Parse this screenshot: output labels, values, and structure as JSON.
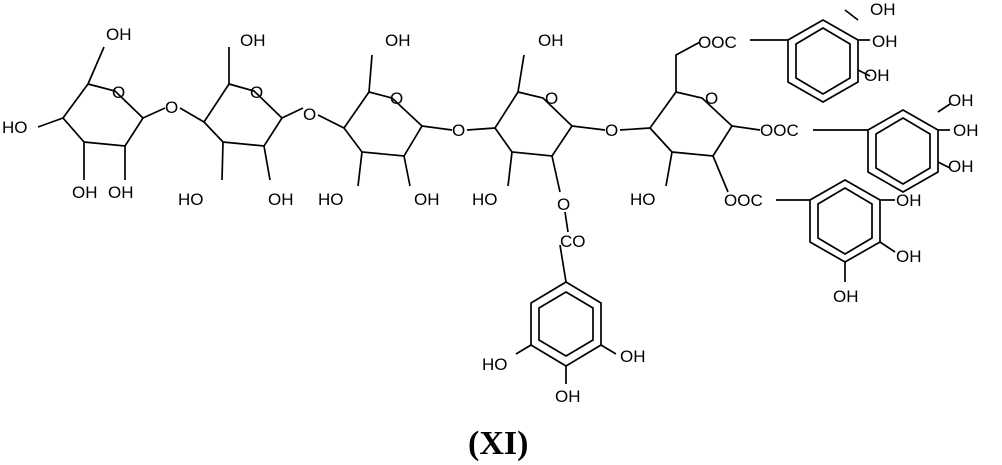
{
  "figure": {
    "caption": {
      "open_paren": "(",
      "numeral": "XI",
      "close_paren": ")"
    },
    "labels": {
      "sugar1": {
        "ch2oh": "OH",
        "ring_o": "O",
        "oh_left": "HO",
        "oh_bottom1": "OH",
        "oh_bottom2": "OH"
      },
      "link12": "O",
      "sugar2": {
        "ch2oh": "OH",
        "ring_o": "O",
        "oh_bottom1": "HO",
        "oh_bottom2": "OH"
      },
      "link23": "O",
      "sugar3": {
        "ch2oh": "OH",
        "ring_o": "O",
        "oh_bottom1": "HO",
        "oh_bottom2": "OH"
      },
      "link34": "O",
      "sugar4": {
        "ch2oh": "OH",
        "ring_o": "O",
        "oh_bottom1": "HO",
        "ester_o": "O",
        "ester_co": "CO"
      },
      "link45": "O",
      "sugar5": {
        "ring_o": "O",
        "oh_bottom1": "HO",
        "ester6": "OOC",
        "ester1_o": "O",
        "ester1_oc": "OOC",
        "ester2": "OOC"
      },
      "galloyl_bottom": {
        "oh_left": "HO",
        "oh_right": "OH",
        "oh_bottom": "OH"
      },
      "galloyl_top": {
        "oh1": "OH",
        "oh2": "OH",
        "oh3": "OH"
      },
      "galloyl_mid": {
        "oh1": "OH",
        "oh2": "OH",
        "oh3": "OH"
      },
      "galloyl_lower": {
        "oh1": "OH",
        "oh2": "OH",
        "oh3": "OH"
      }
    }
  }
}
